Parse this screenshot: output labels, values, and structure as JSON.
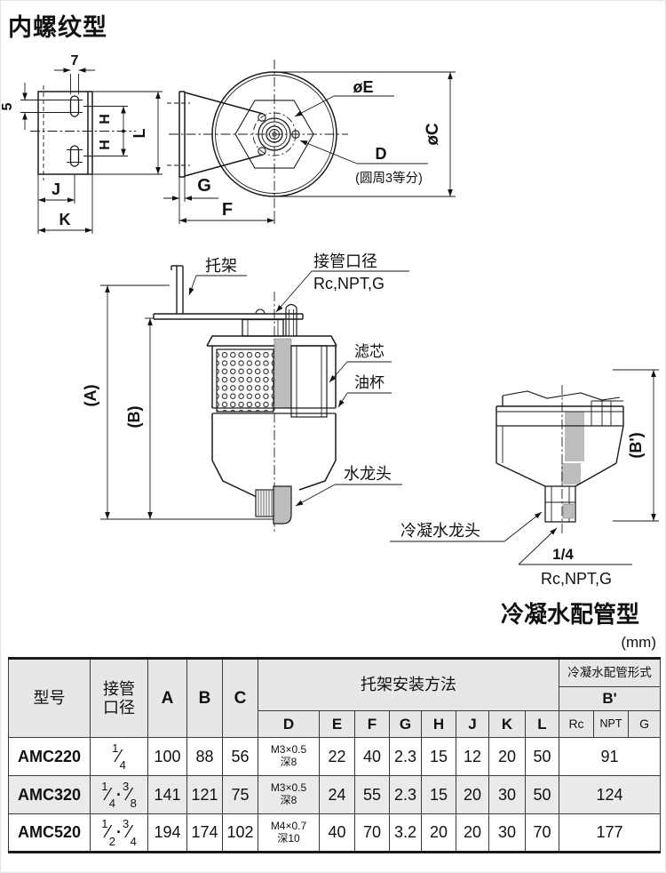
{
  "page": {
    "title": "内螺纹型",
    "units": "(mm)"
  },
  "colors": {
    "line": "#1a1a1a",
    "section_gray": "#bdbdbd",
    "table_header_bg": "#e7e7e5",
    "alt_row_bg": "#eaeae8",
    "border": "#3a3a3a"
  },
  "bracket_view": {
    "dims": {
      "seven": "7",
      "five": "5",
      "h_upper": "H",
      "h_lower": "H",
      "l": "L",
      "j": "J",
      "k": "K"
    }
  },
  "side_view": {
    "dims": {
      "oe": "øE",
      "oc": "øC",
      "d": "D",
      "d_note": "(圆周3等分)",
      "g": "G",
      "f": "F"
    }
  },
  "section_view": {
    "labels": {
      "bracket": "托架",
      "port": "接管口径",
      "port_threads": "Rc,NPT,G",
      "element": "滤芯",
      "bowl": "油杯",
      "drain": "水龙头"
    },
    "dims": {
      "a": "(A)",
      "b": "(B)"
    }
  },
  "condensate_view": {
    "labels": {
      "drain": "冷凝水龙头",
      "size": "1/4",
      "threads": "Rc,NPT,G",
      "caption": "冷凝水配管型"
    },
    "dims": {
      "b_prime": "(B')"
    }
  },
  "table": {
    "headers": {
      "model": "型号",
      "port": "接管口径",
      "a": "A",
      "b": "B",
      "c": "C",
      "bracket_group": "托架安装方法",
      "bracket_cols": [
        "D",
        "E",
        "F",
        "G",
        "H",
        "J",
        "K",
        "L"
      ],
      "condensate_group": "冷凝水配管形式",
      "b_prime": "B'",
      "thread_cols": [
        "Rc",
        "NPT",
        "G"
      ]
    },
    "rows": [
      {
        "model": "AMC220",
        "port": [
          "1/4"
        ],
        "a": "100",
        "b": "88",
        "c": "56",
        "d1": "M3×0.5",
        "d2": "深8",
        "e": "22",
        "f": "40",
        "g": "2.3",
        "h": "15",
        "j": "12",
        "k": "20",
        "l": "50",
        "bp": "91"
      },
      {
        "model": "AMC320",
        "port": [
          "1/4",
          "3/8"
        ],
        "a": "141",
        "b": "121",
        "c": "75",
        "d1": "M3×0.5",
        "d2": "深8",
        "e": "24",
        "f": "55",
        "g": "2.3",
        "h": "15",
        "j": "20",
        "k": "30",
        "l": "50",
        "bp": "124"
      },
      {
        "model": "AMC520",
        "port": [
          "1/2",
          "3/4"
        ],
        "a": "194",
        "b": "174",
        "c": "102",
        "d1": "M4×0.7",
        "d2": "深10",
        "e": "40",
        "f": "70",
        "g": "3.2",
        "h": "20",
        "j": "20",
        "k": "30",
        "l": "70",
        "bp": "177"
      }
    ]
  }
}
